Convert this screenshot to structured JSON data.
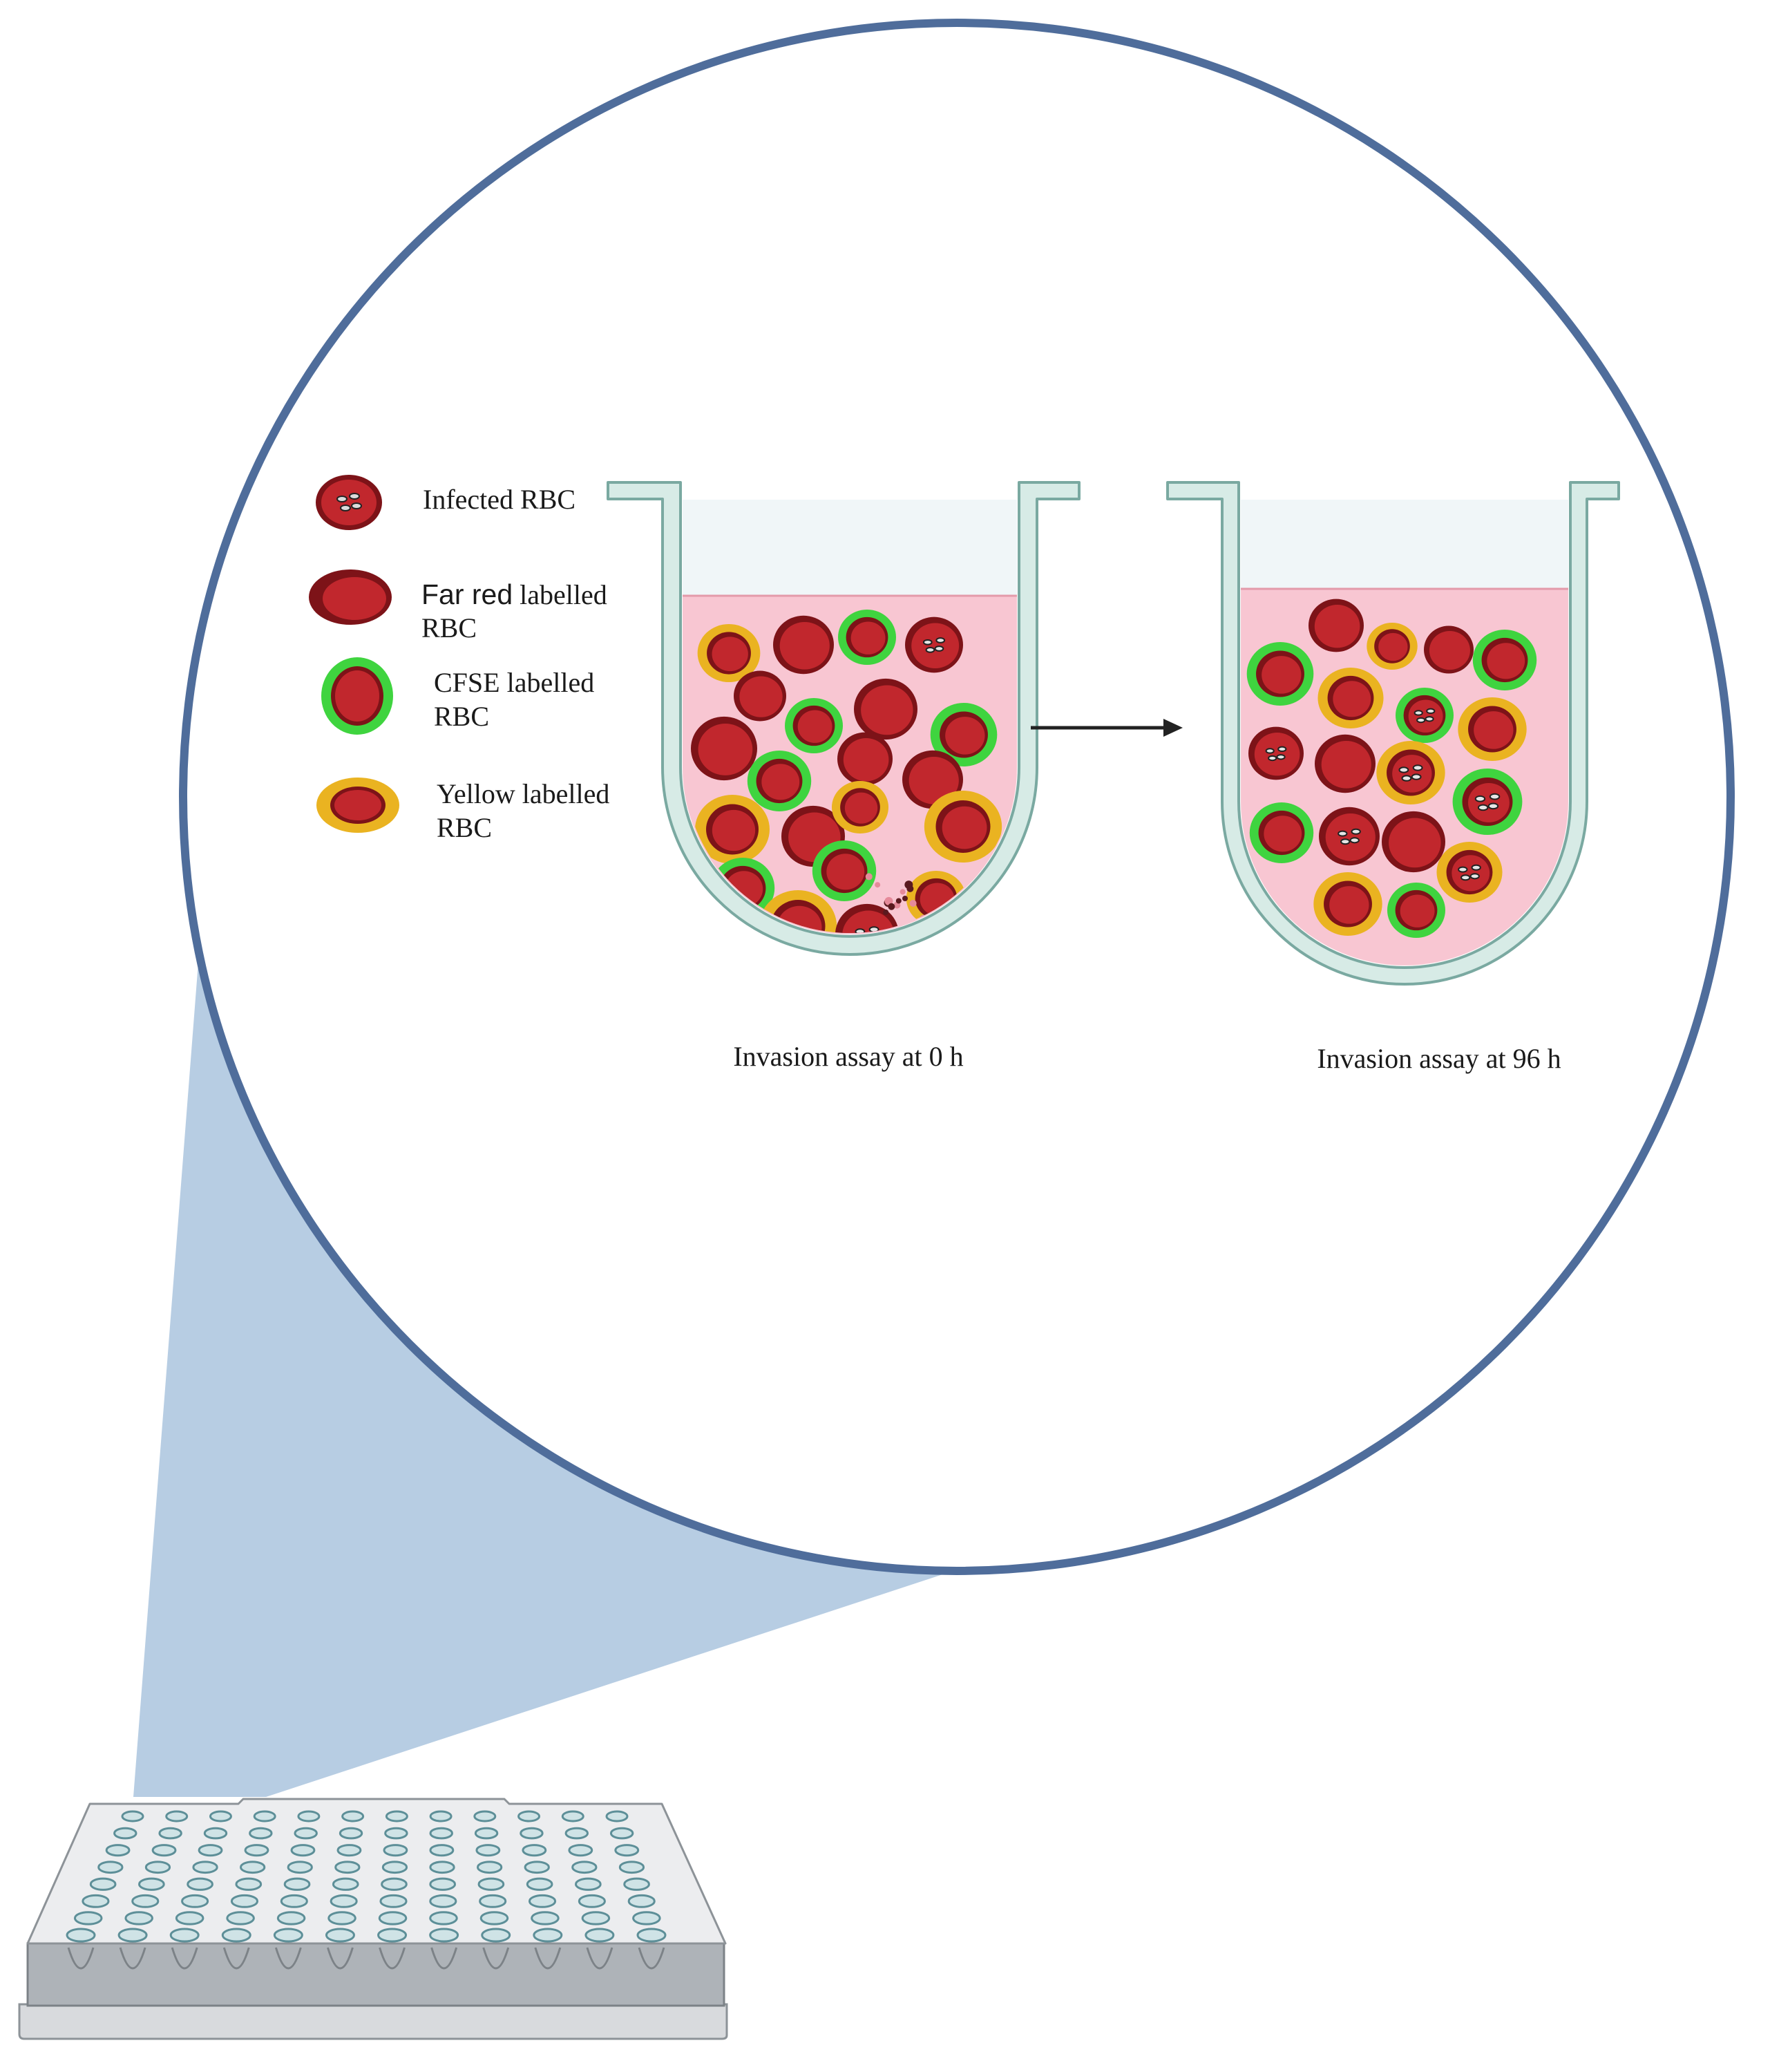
{
  "legend": {
    "infected": {
      "line1": "Infected RBC"
    },
    "far_red": {
      "emph": "Far red",
      "rest": " labelled",
      "line2": "RBC"
    },
    "cfse": {
      "line1": "CFSE labelled",
      "line2": "RBC"
    },
    "yellow": {
      "line1": "Yellow labelled",
      "line2": "RBC"
    }
  },
  "captions": {
    "left": "Invasion assay at 0 h",
    "right": "Invasion assay at 96 h"
  },
  "colors": {
    "magnifier_ring": "#4f6d9b",
    "magnifier_beam": "#b7cde3",
    "well_wall": "#d7ebe6",
    "well_outline": "#7aa9a1",
    "medium": "#f8c6d2",
    "rbc_fill": "#c1272d",
    "rbc_dark": "#7d1318",
    "cfse_ring": "#3fd43f",
    "yellow_ring": "#eab321",
    "plate_top": "#ecedef",
    "plate_side": "#aeb3b8"
  },
  "icons": [
    "magnifier-circle",
    "microplate-96-well",
    "well-tube",
    "arrow-right",
    "rbc-cell",
    "parasite-merozoite"
  ]
}
